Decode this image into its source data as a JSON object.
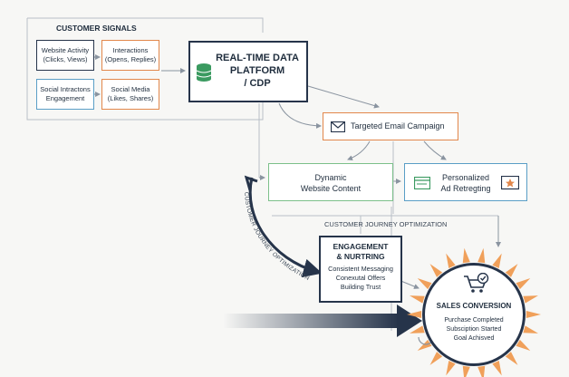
{
  "signals": {
    "heading": "CUSTOMER SIGNALS",
    "website_activity": [
      "Website Activity",
      "(Clicks, Views)"
    ],
    "interactions": [
      "Interactions",
      "(Opens, Replies)"
    ],
    "social_interactions": [
      "Social Intractons",
      "Engagement"
    ],
    "social_media": [
      "Social Media",
      "(Likes, Shares)"
    ]
  },
  "platform": {
    "lines": [
      "REAL-TIME DATA",
      "PLATFORM",
      "/ CDP"
    ],
    "icon": "database-icon"
  },
  "email": {
    "label": "Targeted Email Campaign",
    "icon": "envelope-icon"
  },
  "website_content": {
    "lines": [
      "Dynamic",
      "Website Content"
    ]
  },
  "ad": {
    "lines": [
      "Personalized",
      "Ad Retregting"
    ],
    "icon": "browser-ad-icon"
  },
  "journey": {
    "horizontal": "CUSTOMER JOURNEY OPTIMIZATION",
    "arc": "CUSTOMER JOURNEY OPTIMIZATION"
  },
  "engagement": {
    "title": [
      "ENGAGEMENT",
      "& NURTRING"
    ],
    "items": [
      "Consistent Messaging",
      "Conexutal Offers",
      "Building Trust"
    ]
  },
  "conversion": {
    "title": "SALES CONVERSION",
    "items": [
      "Purchase Completed",
      "Subsciption Started",
      "Goal Achisved"
    ],
    "icon": "cart-check-icon"
  },
  "colors": {
    "navy": "#26344a",
    "orange": "#e2874b",
    "green": "#7cc08a",
    "blue": "#5a9ec6",
    "teal": "#4aa7b0",
    "burst": "#f0a05a"
  }
}
